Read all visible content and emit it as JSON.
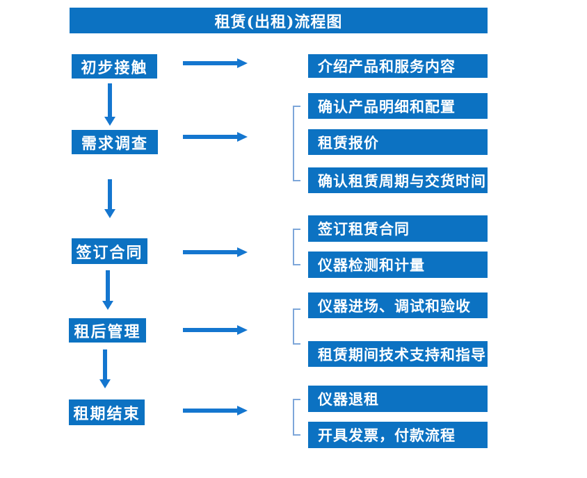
{
  "title": "租赁(出租)流程图",
  "colors": {
    "page_bg": "#ffffff",
    "box_blue": "#0c72c2",
    "arrow_blue": "#1476cf",
    "bracket_blue": "#7da6d9",
    "text_white": "#ffffff"
  },
  "icons": {
    "right_arrow": "css-triangle-right",
    "down_arrow": "css-triangle-down",
    "bracket": "left-square-bracket-line"
  },
  "flow": {
    "steps": [
      {
        "label": "初步接触",
        "outputs": [
          "介绍产品和服务内容"
        ]
      },
      {
        "label": "需求调查",
        "outputs": [
          "确认产品明细和配置",
          "租赁报价",
          "确认租赁周期与交货时间"
        ]
      },
      {
        "label": "签订合同",
        "outputs": [
          "签订租赁合同",
          "仪器检测和计量"
        ]
      },
      {
        "label": "租后管理",
        "outputs": [
          "仪器进场、调试和验收",
          "租赁期间技术支持和指导"
        ]
      },
      {
        "label": "租期结束",
        "outputs": [
          "仪器退租",
          "开具发票，付款流程"
        ]
      }
    ]
  }
}
